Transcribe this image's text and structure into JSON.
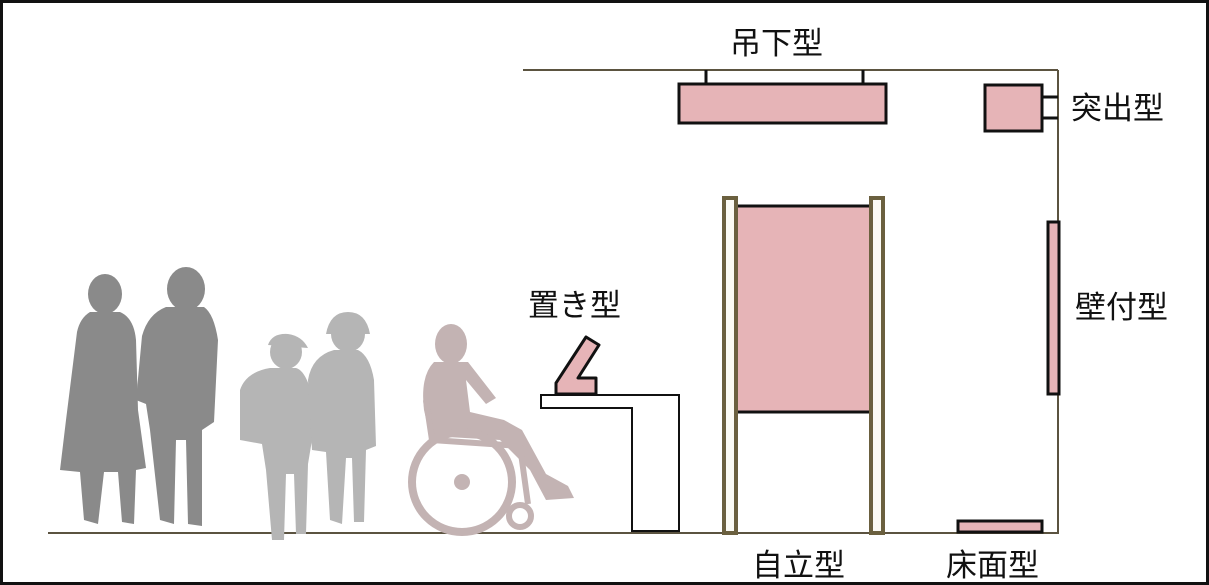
{
  "labels": {
    "ceiling_hanging": "吊下型",
    "projecting": "突出型",
    "wall_mounted": "壁付型",
    "tabletop": "置き型",
    "freestanding": "自立型",
    "floor": "床面型"
  },
  "colors": {
    "sign_fill": "#e6b4b7",
    "post_fill": "#6b603f",
    "wall_line": "#5b5340",
    "adult_silhouette": "#8a8a8a",
    "child_silhouette": "#b5b5b5",
    "wheelchair_user": "#c3b3b3"
  },
  "icons": {
    "adults": "adult-pedestrians-icon",
    "children": "child-pedestrians-icon",
    "wheelchair": "wheelchair-user-icon"
  }
}
